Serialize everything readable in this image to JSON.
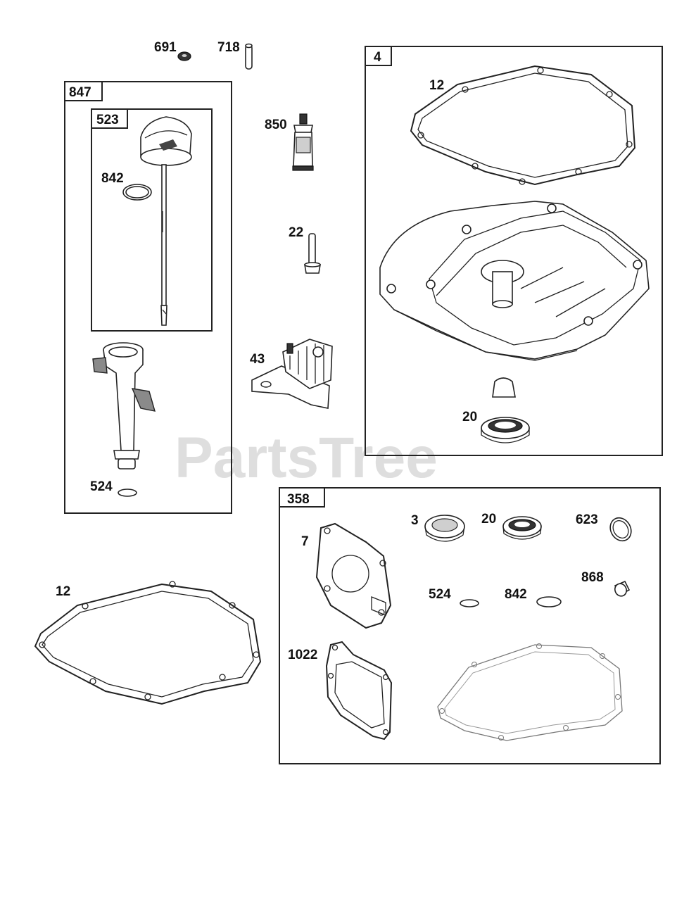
{
  "watermark": "PartsTree",
  "boxes": {
    "b847": "847",
    "b523": "523",
    "b4": "4",
    "b358": "358"
  },
  "labels": {
    "p691": "691",
    "p718": "718",
    "p850": "850",
    "p22": "22",
    "p43": "43",
    "p842a": "842",
    "p524a": "524",
    "p12a": "12",
    "p20a": "20",
    "p12b": "12",
    "p7": "7",
    "p3": "3",
    "p20b": "20",
    "p623": "623",
    "p868": "868",
    "p524b": "524",
    "p842b": "842",
    "p1022": "1022"
  }
}
